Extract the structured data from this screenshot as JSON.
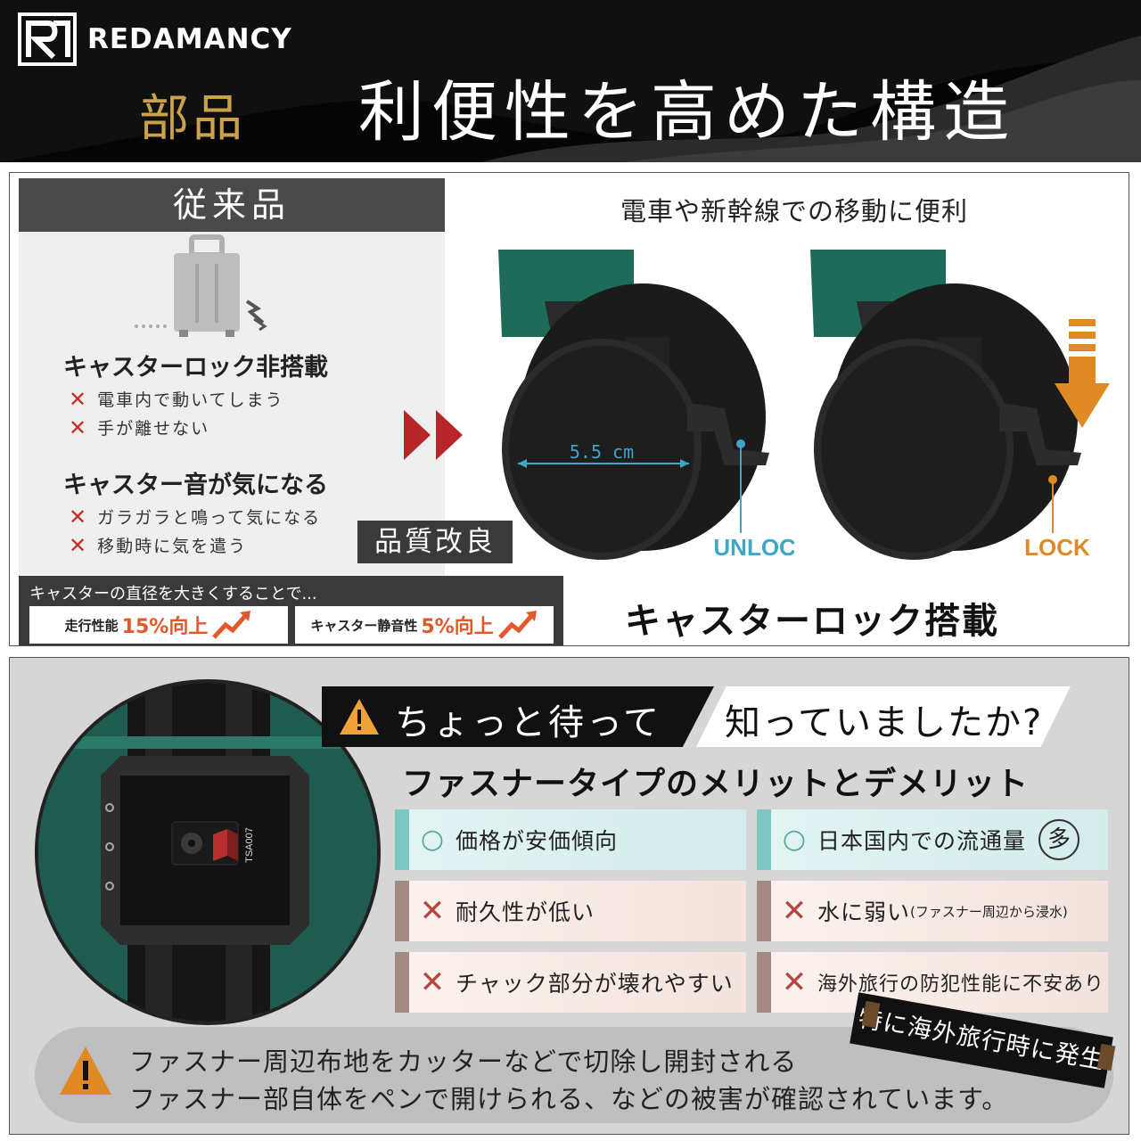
{
  "header": {
    "brand": "REDAMANCY",
    "parts_tag": "部品",
    "title": "利便性を高めた構造"
  },
  "old_product": {
    "title": "従来品",
    "heading1": "キャスターロック非搭載",
    "issues1": [
      "電車内で動いてしまう",
      "手が離せない"
    ],
    "heading2": "キャスター音が気になる",
    "issues2": [
      "ガラガラと鳴って気になる",
      "移動時に気を遣う"
    ],
    "x_mark": "✕"
  },
  "improvement": {
    "badge": "品質改良",
    "note": "キャスターの直径を大きくすることで...",
    "stats": [
      {
        "label": "走行性能",
        "value": "15%向上"
      },
      {
        "label": "キャスター静音性",
        "value": "5%向上"
      }
    ]
  },
  "new_product": {
    "caption": "電車や新幹線での移動に便利",
    "diameter": "5.5 cm",
    "unlock_label": "UNLOCK",
    "lock_label": "LOCK",
    "feature": "キャスターロック搭載"
  },
  "fastener": {
    "wait": "ちょっと待って",
    "know": "知っていましたか?",
    "title": "ファスナータイプのメリットとデメリット",
    "lock_label": "TSA007",
    "merits": [
      {
        "mark": "○",
        "text": "価格が安価傾向"
      },
      {
        "mark": "○",
        "text": "日本国内での流通量",
        "badge": "多"
      }
    ],
    "demerits": [
      {
        "mark": "✕",
        "text": "耐久性が低い"
      },
      {
        "mark": "✕",
        "text": "水に弱い",
        "note": "(ファスナー周辺から浸水)"
      },
      {
        "mark": "✕",
        "text": "チャック部分が壊れやすい"
      },
      {
        "mark": "✕",
        "text": "海外旅行の防犯性能に不安あり"
      }
    ],
    "warning_lines": [
      "ファスナー周辺布地をカッターなどで切除し開封される",
      "ファスナー部自体をペンで開けられる、などの被害が確認されています。"
    ],
    "overseas_tag": "特に海外旅行時に発生"
  },
  "colors": {
    "accent_gold": "#c9a24a",
    "accent_orange": "#e2582b",
    "red_arrow": "#b8262a",
    "teal_unlock": "#3ea7c6",
    "orange_lock": "#e08a26",
    "teal_merit": "#7cc7c1",
    "suitcase_green": "#1f5b4e"
  }
}
